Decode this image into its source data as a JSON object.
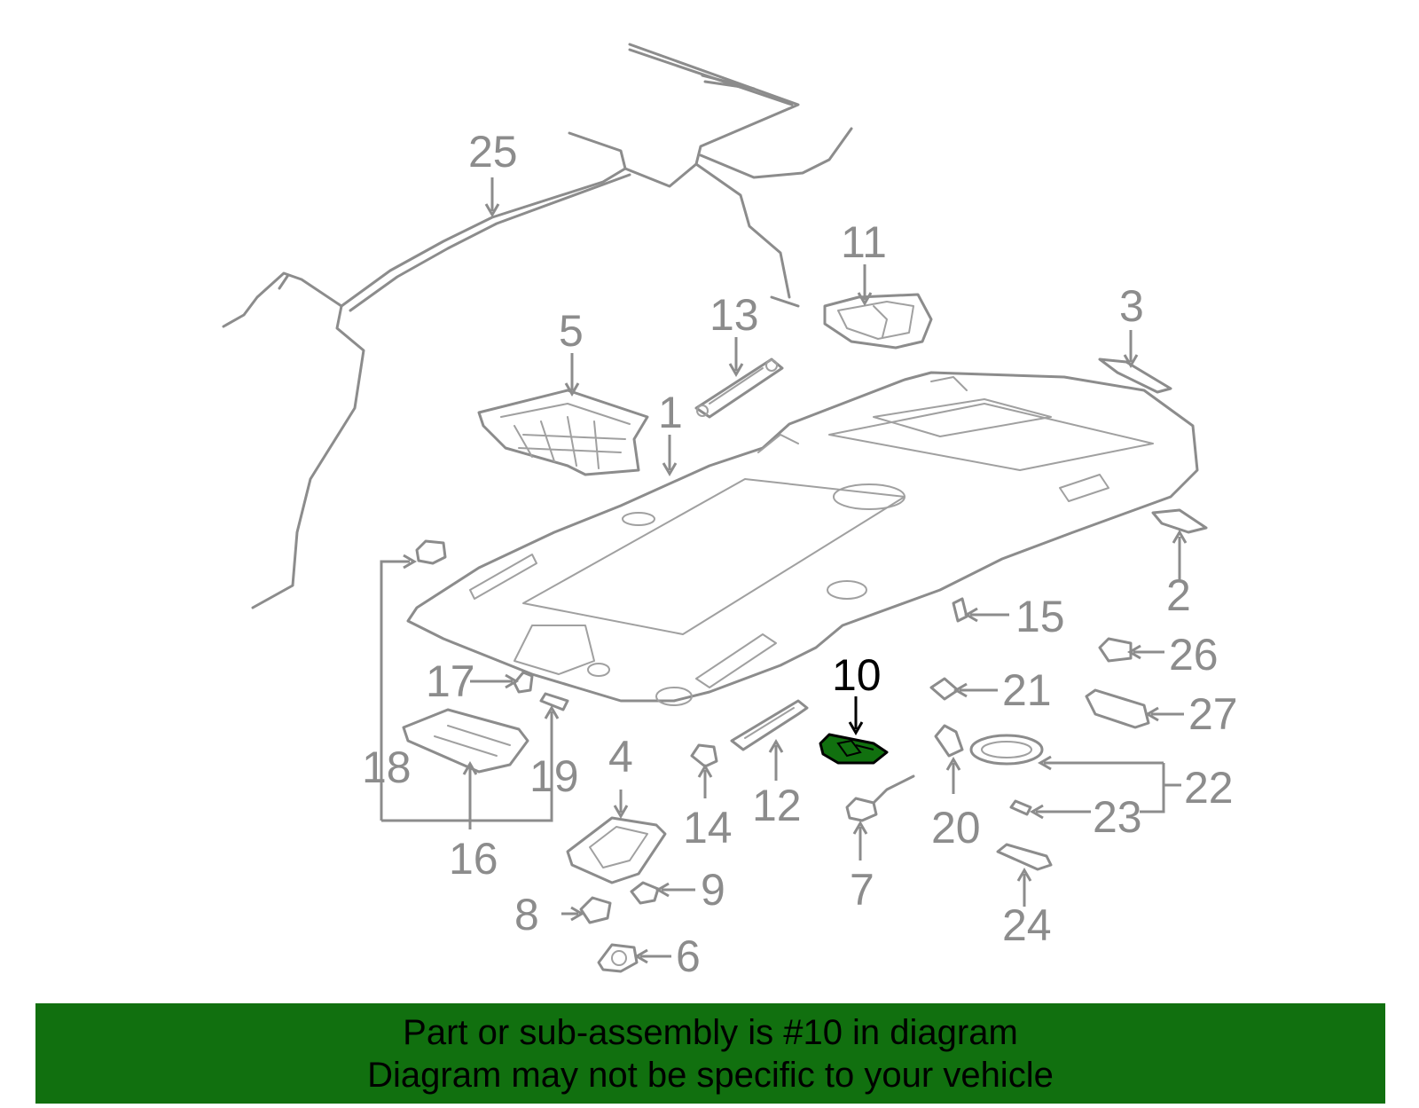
{
  "diagram": {
    "highlighted_part": "10",
    "highlight_color": "#11700f",
    "line_color": "#8c8c8c",
    "labels": {
      "p1": "1",
      "p2": "2",
      "p3": "3",
      "p4": "4",
      "p5": "5",
      "p6": "6",
      "p7": "7",
      "p8": "8",
      "p9": "9",
      "p10": "10",
      "p11": "11",
      "p12": "12",
      "p13": "13",
      "p14": "14",
      "p15": "15",
      "p16": "16",
      "p17": "17",
      "p18": "18",
      "p19": "19",
      "p20": "20",
      "p21": "21",
      "p22": "22",
      "p23": "23",
      "p24": "24",
      "p25": "25",
      "p26": "26",
      "p27": "27"
    }
  },
  "banner": {
    "line1": "Part or sub-assembly is #10 in diagram",
    "line2": "Diagram may not be specific to your vehicle",
    "background": "#11700f"
  }
}
